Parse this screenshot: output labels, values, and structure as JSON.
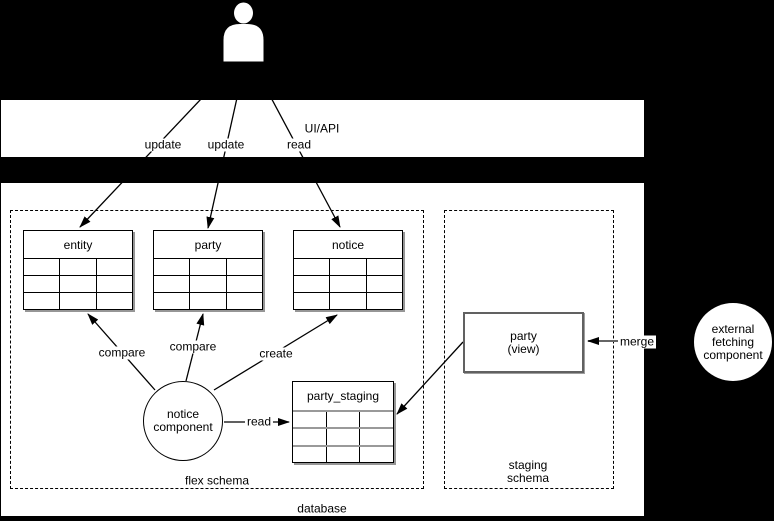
{
  "band": {
    "label": "UI/API"
  },
  "containers": {
    "flex_schema": {
      "label": "flex schema"
    },
    "staging_schema": {
      "line1": "staging",
      "line2": "schema"
    },
    "database": {
      "label": "database"
    }
  },
  "tables": {
    "entity": {
      "title": "entity",
      "rows": 3,
      "cols": 3
    },
    "party": {
      "title": "party",
      "rows": 3,
      "cols": 3
    },
    "notice": {
      "title": "notice",
      "rows": 3,
      "cols": 3
    },
    "party_staging": {
      "title": "party_staging",
      "rows": 3,
      "cols": 3
    }
  },
  "nodes": {
    "notice_component": {
      "line1": "notice",
      "line2": "component"
    },
    "party_view": {
      "line1": "party",
      "line2": "(view)"
    },
    "external_fetching": {
      "line1": "external",
      "line2": "fetching",
      "line3": "component"
    }
  },
  "edges": {
    "update_entity": {
      "label": "update"
    },
    "update_party": {
      "label": "update"
    },
    "read_api": {
      "label": "read"
    },
    "compare_entity": {
      "label": "compare"
    },
    "compare_party": {
      "label": "compare"
    },
    "create_notice": {
      "label": "create"
    },
    "read_staging": {
      "label": "read"
    },
    "merge": {
      "label": "merge"
    }
  },
  "icons": {
    "actor": "user-actor-icon"
  },
  "colors": {
    "background": "#000000",
    "surface": "#ffffff",
    "line": "#000000",
    "shadow": "#999999",
    "staging_row_line": "#999999",
    "party_view_border": "#666666"
  }
}
